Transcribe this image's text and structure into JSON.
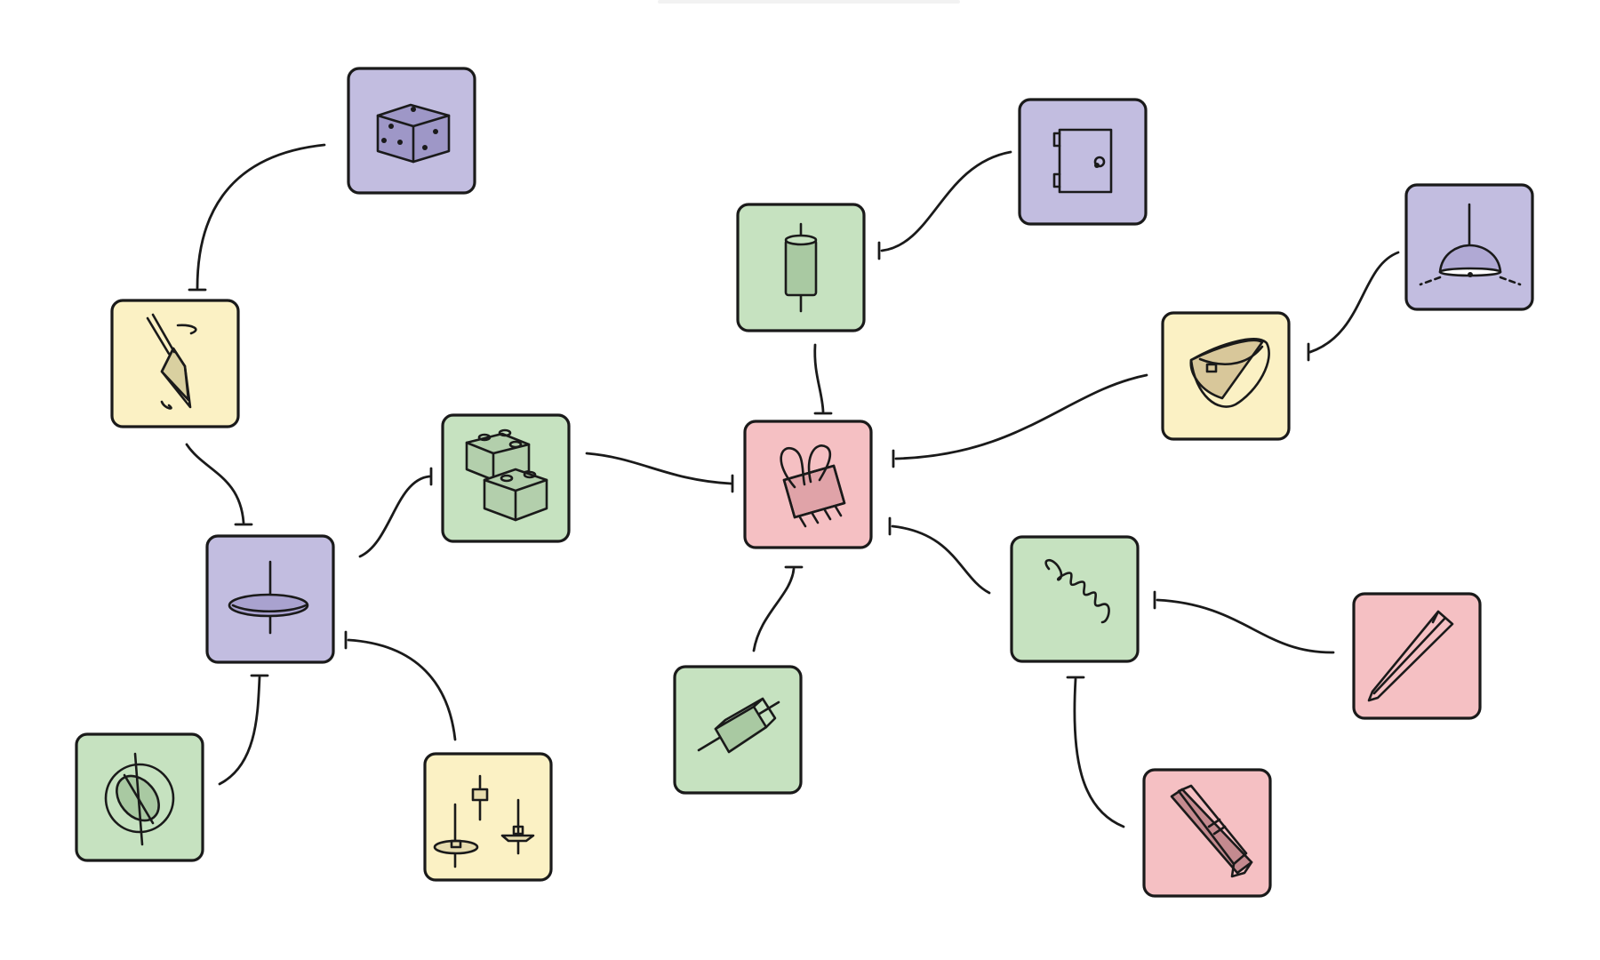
{
  "palette": {
    "purple": "#c2bde0",
    "green": "#c6e2c0",
    "yellow": "#fbf1c4",
    "pink": "#f5c0c3",
    "ink": "#1a1a1a"
  },
  "nodes": [
    {
      "id": "binder-clip",
      "icon": "binder-clip-icon",
      "color": "pink"
    },
    {
      "id": "capacitor",
      "icon": "capacitor-icon",
      "color": "green"
    },
    {
      "id": "cabinet-door",
      "icon": "cabinet-door-icon",
      "color": "purple"
    },
    {
      "id": "pouch",
      "icon": "pouch-icon",
      "color": "yellow"
    },
    {
      "id": "pendant-lamp",
      "icon": "pendant-lamp-icon",
      "color": "purple"
    },
    {
      "id": "tension-spring",
      "icon": "spring-icon",
      "color": "green"
    },
    {
      "id": "chopsticks",
      "icon": "chopsticks-icon",
      "color": "pink"
    },
    {
      "id": "clothespin",
      "icon": "clothespin-icon",
      "color": "pink"
    },
    {
      "id": "resistor",
      "icon": "resistor-icon",
      "color": "green"
    },
    {
      "id": "toy-bricks",
      "icon": "toy-bricks-icon",
      "color": "green"
    },
    {
      "id": "spinning-disc",
      "icon": "spinning-disc-icon",
      "color": "purple"
    },
    {
      "id": "spinning-top",
      "icon": "spinning-top-icon",
      "color": "yellow"
    },
    {
      "id": "die",
      "icon": "die-icon",
      "color": "purple"
    },
    {
      "id": "gyroscope",
      "icon": "gyroscope-icon",
      "color": "green"
    },
    {
      "id": "small-tops",
      "icon": "small-tops-icon",
      "color": "yellow"
    }
  ],
  "edges": [
    {
      "from": "die",
      "to": "spinning-top"
    },
    {
      "from": "spinning-top",
      "to": "spinning-disc"
    },
    {
      "from": "toy-bricks",
      "to": "spinning-disc"
    },
    {
      "from": "gyroscope",
      "to": "spinning-disc"
    },
    {
      "from": "small-tops",
      "to": "spinning-disc"
    },
    {
      "from": "binder-clip",
      "to": "toy-bricks"
    },
    {
      "from": "capacitor",
      "to": "binder-clip"
    },
    {
      "from": "cabinet-door",
      "to": "capacitor"
    },
    {
      "from": "pouch",
      "to": "binder-clip"
    },
    {
      "from": "pendant-lamp",
      "to": "pouch"
    },
    {
      "from": "tension-spring",
      "to": "binder-clip"
    },
    {
      "from": "resistor",
      "to": "binder-clip"
    },
    {
      "from": "chopsticks",
      "to": "tension-spring"
    },
    {
      "from": "clothespin",
      "to": "tension-spring"
    }
  ]
}
